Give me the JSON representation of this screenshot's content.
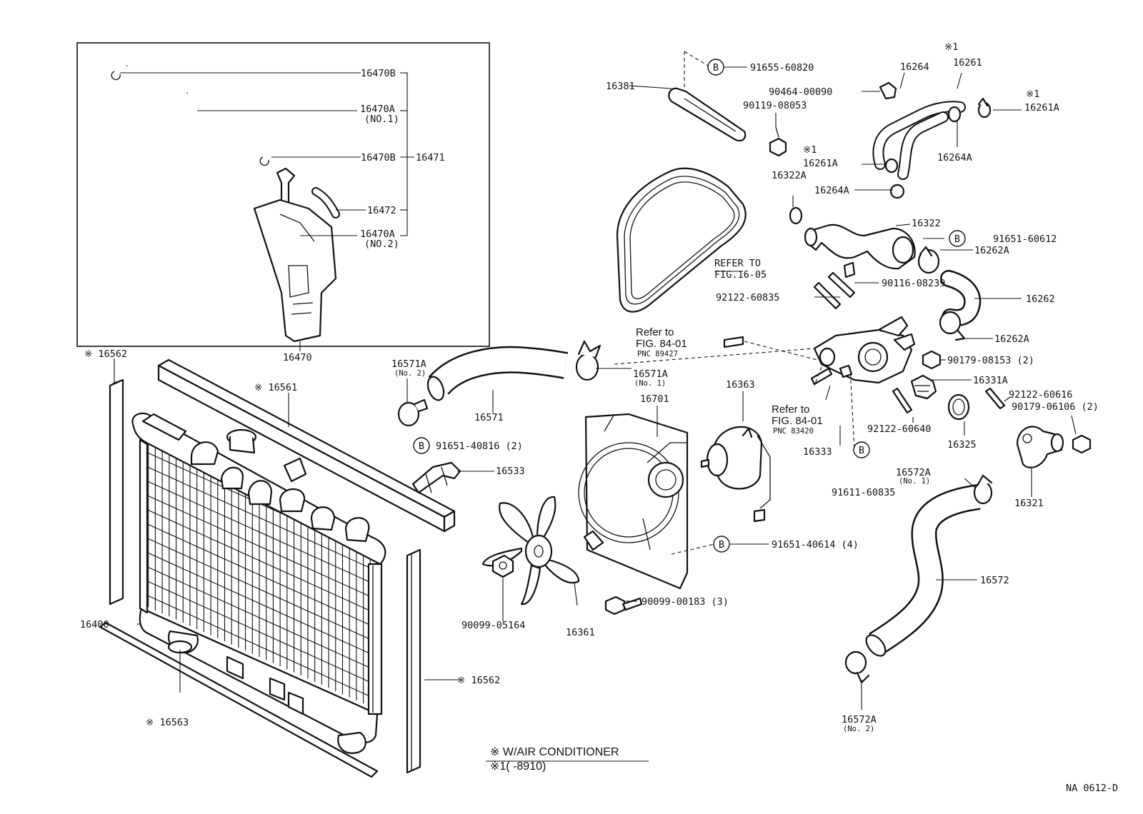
{
  "diagram": {
    "footer_code": "NA 0612-D",
    "legend": {
      "mark_label": "※  W/AIR CONDITIONER",
      "mark1_label": "※1(      -8910)"
    },
    "badge_letter": "B",
    "callouts": {
      "p16470B_top": "16470B",
      "p16470A_no1": "16470A",
      "p16470A_no1_sub": "(NO.1)",
      "p16470B_mid": "16470B",
      "p16471": "16471",
      "p16472": "16472",
      "p16470A_no2": "16470A",
      "p16470A_no2_sub": "(NO.2)",
      "p16470": "16470",
      "p16562_left": "※ 16562",
      "p16561": "※ 16561",
      "p16400": "16400",
      "p16563": "※ 16563",
      "p16562_right": "※ 16562",
      "p16571A_no2": "16571A",
      "p16571A_no2_sub": "(No. 2)",
      "p16571": "16571",
      "p16571A_no1": "16571A",
      "p16571A_no1_sub": "(No. 1)",
      "p91651_40816": "91651-40816 (2)",
      "p16533": "16533",
      "p16701": "16701",
      "p16363": "16363",
      "p16361": "16361",
      "p90099_05164": "90099-05164",
      "p90099_00183": "90099-00183 (3)",
      "p91651_40614": "91651-40614 (4)",
      "p16381": "16381",
      "p91655_60820": "91655-60820",
      "p90464_00090": "90464-00090",
      "p90119_08053": "90119-08053",
      "refer_belt_1": "REFER TO",
      "refer_belt_2": "FIG.16-05",
      "p16264": "16264",
      "mark_16261": "※1",
      "p16261": "16261",
      "mark_16261A_right": "※1",
      "p16261A_right": "16261A",
      "mark_16261A_left": "※1",
      "p16261A_left": "16261A",
      "p16264A_right": "16264A",
      "p16322A": "16322A",
      "p16264A_left": "16264A",
      "p16322": "16322",
      "p91651_60612": "91651-60612",
      "p16262A_top": "16262A",
      "p90116_08239": "90116-08239",
      "p92122_60835": "92122-60835",
      "p16262": "16262",
      "p16262A_bottom": "16262A",
      "refer_89427_1": "Refer to",
      "refer_89427_2": "FIG. 84-01",
      "refer_89427_pnc": "PNC 89427",
      "p90179_08153": "90179-08153 (2)",
      "p16331A": "16331A",
      "p92122_60616": "92122-60616",
      "p90179_06106": "90179-06106 (2)",
      "refer_83420_1": "Refer to",
      "refer_83420_2": "FIG. 84-01",
      "refer_83420_pnc": "PNC 83420",
      "p92122_60640": "92122-60640",
      "p16333": "16333",
      "p16325": "16325",
      "p91611_60835": "91611-60835",
      "p16572A_no1": "16572A",
      "p16572A_no1_sub": "(No. 1)",
      "p16321": "16321",
      "p16572": "16572",
      "p16572A_no2": "16572A",
      "p16572A_no2_sub": "(No. 2)"
    }
  }
}
